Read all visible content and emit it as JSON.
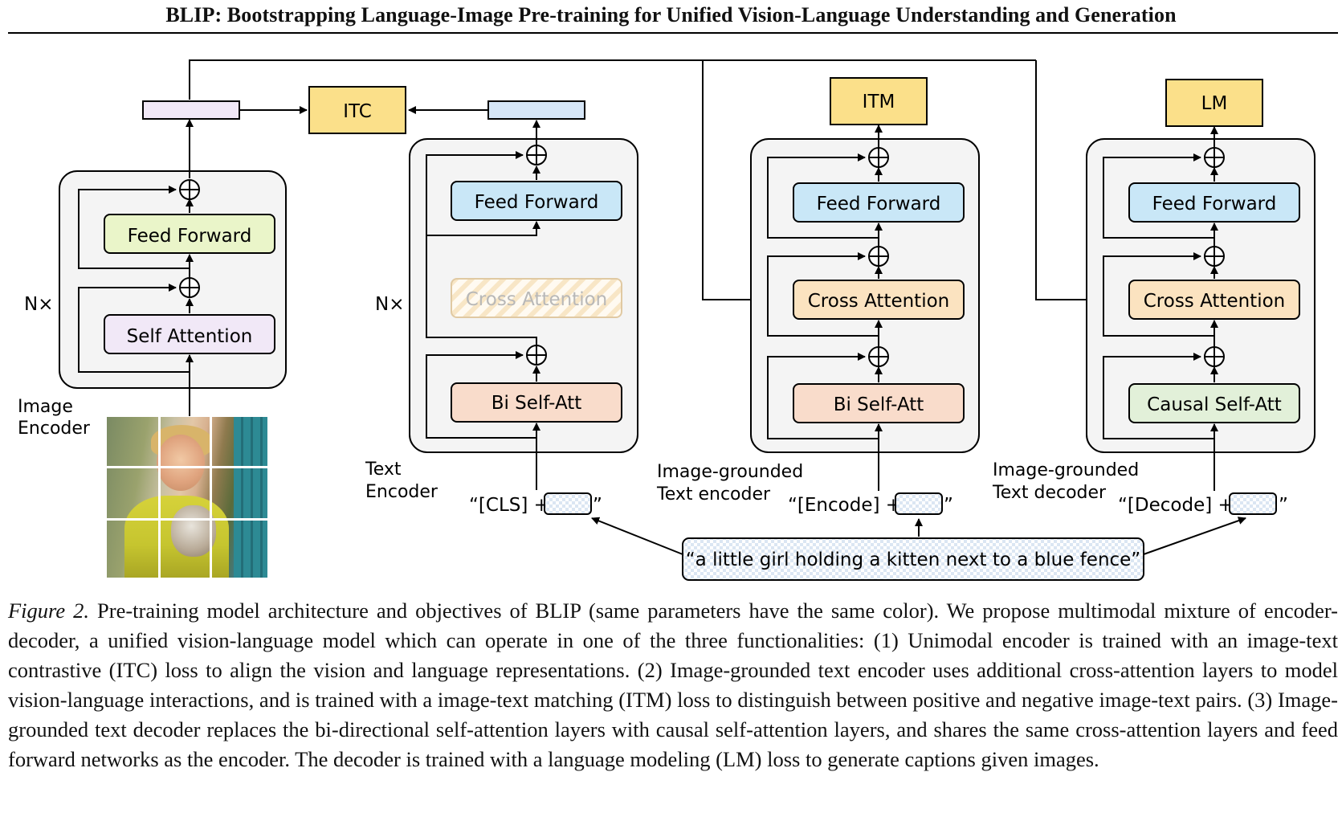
{
  "header": {
    "title": "BLIP: Bootstrapping Language-Image Pre-training for Unified Vision-Language Understanding and Generation"
  },
  "figure": {
    "losses": {
      "itc": "ITC",
      "itm": "ITM",
      "lm": "LM"
    },
    "repeat_label": "N×",
    "image_encoder": {
      "label_line1": "Image",
      "label_line2": "Encoder",
      "feed_forward": "Feed Forward",
      "self_attention": "Self Attention"
    },
    "text_encoder": {
      "label_line1": "Text",
      "label_line2": "Encoder",
      "feed_forward": "Feed Forward",
      "cross_attention": "Cross Attention",
      "bi_self_att": "Bi Self-Att",
      "input_prefix": "“[CLS] +",
      "input_suffix": "”"
    },
    "grounded_encoder": {
      "label_line1": "Image-grounded",
      "label_line2": "Text encoder",
      "feed_forward": "Feed Forward",
      "cross_attention": "Cross Attention",
      "bi_self_att": "Bi Self-Att",
      "input_prefix": "“[Encode] +",
      "input_suffix": "”"
    },
    "grounded_decoder": {
      "label_line1": "Image-grounded",
      "label_line2": "Text decoder",
      "feed_forward": "Feed Forward",
      "cross_attention": "Cross Attention",
      "causal_self_att": "Causal Self-Att",
      "input_prefix": "“[Decode] +",
      "input_suffix": "”"
    },
    "caption_text": "“a little girl holding a kitten next to a blue fence”",
    "colors": {
      "loss_box": "#fbe08a",
      "image_embed": "#f1e8f7",
      "text_embed": "#d6e6f7",
      "feed_forward_image": "#eaf5c9",
      "self_attention": "#f1e8f7",
      "feed_forward_text": "#c9e7f7",
      "bi_self_att": "#f9dccb",
      "cross_attention": "#fbe3c0",
      "causal_self_att": "#e2f0d9",
      "module_bg": "#f4f4f4"
    }
  },
  "caption": {
    "label": "Figure 2.",
    "text": " Pre-training model architecture and objectives of BLIP (same parameters have the same color). We propose multimodal mixture of encoder-decoder, a unified vision-language model which can operate in one of the three functionalities: (1) Unimodal encoder is trained with an image-text contrastive (ITC) loss to align the vision and language representations. (2) Image-grounded text encoder uses additional cross-attention layers to model vision-language interactions, and is trained with a image-text matching (ITM) loss to distinguish between positive and negative image-text pairs. (3) Image-grounded text decoder replaces the bi-directional self-attention layers with causal self-attention layers, and shares the same cross-attention layers and feed forward networks as the encoder. The decoder is trained with a language modeling (LM) loss to generate captions given images."
  }
}
